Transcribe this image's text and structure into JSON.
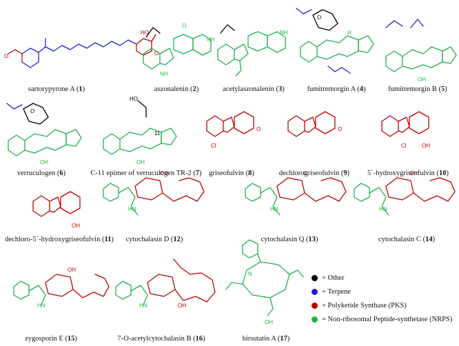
{
  "compounds": [
    {
      "name": "sartorypyrone A",
      "num": "1"
    },
    {
      "name": "aszonalenin",
      "num": "2"
    },
    {
      "name": "acetylaszonalenin",
      "num": "3"
    },
    {
      "name": "fumitremorgin A",
      "num": "4"
    },
    {
      "name": "fumitremorgin B",
      "num": "5"
    },
    {
      "name": "verruculogen",
      "num": "6"
    },
    {
      "name": "C-11 epimer of verruculogen TR-2",
      "num": "7"
    },
    {
      "name": "griseofulvin",
      "num": "8"
    },
    {
      "name": "dechlorogriseofulvin",
      "num": "9"
    },
    {
      "name": "5`-hydroxygriseofulvin",
      "num": "10"
    },
    {
      "name": "dechloro-5`-hydroxygriseofulvin",
      "num": "11"
    },
    {
      "name": "cytochalasin D",
      "num": "12"
    },
    {
      "name": "cytochalasin Q",
      "num": "13"
    },
    {
      "name": "cytochalasin C",
      "num": "14"
    },
    {
      "name": "zygosporin E",
      "num": "15"
    },
    {
      "name_pre": "7-",
      "name_it": "O",
      "name_post": "-acetylcytochalasin B",
      "num": "16"
    },
    {
      "name": "hirsutatin A",
      "num": "17"
    }
  ],
  "legend": [
    {
      "label": "= Other",
      "color": "#000000"
    },
    {
      "label": "= Terpene",
      "color": "#1f1fd0"
    },
    {
      "label": "= Polyketide Synthase (PKS)",
      "color": "#c00000"
    },
    {
      "label": "= Non-ribosomal Peptide-synthetase (NRPS)",
      "color": "#22b24c"
    }
  ],
  "atom_labels": {
    "O": "O",
    "OH": "OH",
    "HO": "HO",
    "NH": "NH",
    "N": "N",
    "H": "H",
    "Cl": "Cl",
    "HN": "HN",
    "c11": "11"
  }
}
